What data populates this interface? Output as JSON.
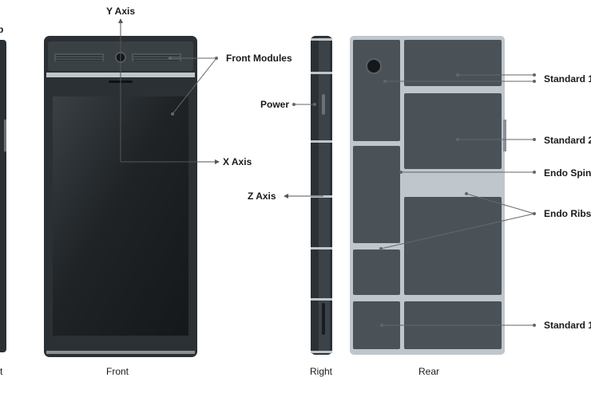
{
  "captions": {
    "left_edge": "t",
    "front": "Front",
    "right": "Right",
    "rear": "Rear"
  },
  "left_edge_label": "p",
  "labels": {
    "y_axis": "Y Axis",
    "x_axis": "X Axis",
    "z_axis": "Z Axis",
    "front_modules": "Front Modules",
    "power": "Power",
    "standard_1_top": "Standard 1",
    "standard_2": "Standard 2",
    "endo_spine": "Endo Spin",
    "endo_ribs": "Endo Ribs",
    "standard_1_bottom": "Standard 1"
  },
  "colors": {
    "body": "#2b3034",
    "screen": "#1f2326",
    "module": "#4a5258",
    "frame": "#bfc6cc",
    "line": "#6a7075"
  }
}
